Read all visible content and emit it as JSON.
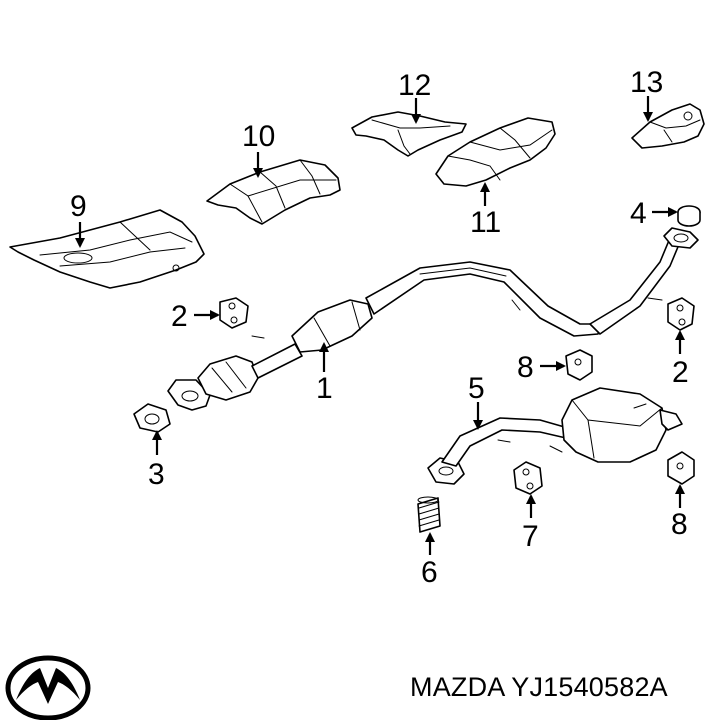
{
  "diagram": {
    "callouts": {
      "c1": "1",
      "c2a": "2",
      "c2b": "2",
      "c3": "3",
      "c4": "4",
      "c5": "5",
      "c6": "6",
      "c7": "7",
      "c8a": "8",
      "c8b": "8",
      "c9": "9",
      "c10": "10",
      "c11": "11",
      "c12": "12",
      "c13": "13"
    },
    "footer": {
      "brand": "MAZDA",
      "part_number": "YJ1540582A"
    },
    "logo_icon": "mazda-logo-icon"
  }
}
